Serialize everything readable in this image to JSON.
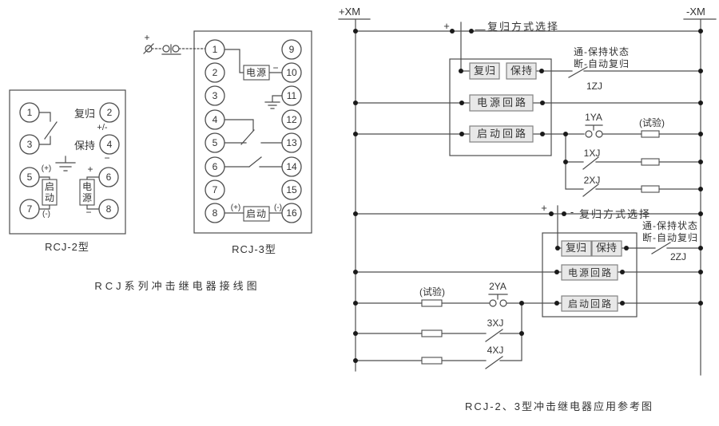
{
  "colors": {
    "line": "#4d4d4d",
    "text": "#333333",
    "dot": "#1a1a1a",
    "box_fill": "#e8e8e8",
    "box_stroke": "#828282",
    "background": "#ffffff"
  },
  "wiring": {
    "caption": "RCJ系列冲击继电器接线图",
    "rcj2": {
      "label": "RCJ-2型",
      "terminals": [
        "1",
        "2",
        "3",
        "4",
        "5",
        "6",
        "7",
        "8"
      ],
      "reset_label": "复归",
      "reset_polarity": "+/-",
      "hold_label": "保持",
      "hold_polarity": "−",
      "start_box": [
        "启",
        "动"
      ],
      "start_plus": "(+)",
      "start_minus": "(-)",
      "power_box": [
        "电",
        "源"
      ],
      "power_plus": "+",
      "power_minus": "−"
    },
    "rcj3": {
      "label": "RCJ-3型",
      "input_plus": "+",
      "terminals_left": [
        "1",
        "2",
        "3",
        "4",
        "5",
        "6",
        "7",
        "8"
      ],
      "terminals_right": [
        "9",
        "10",
        "11",
        "12",
        "13",
        "14",
        "15",
        "16"
      ],
      "power_box": "电源",
      "power_minus": "−",
      "start_box": "启动",
      "start_plus": "(+)",
      "start_minus": "(-)"
    }
  },
  "application": {
    "caption": "RCJ-2、3型冲击继电器应用参考图",
    "bus_left": "+XM",
    "bus_right": "-XM",
    "unit1": {
      "plus": "+",
      "minus": "—",
      "select_label": "复归方式选择",
      "reset": "复归",
      "hold": "保持",
      "power_circuit": "电源回路",
      "start_circuit": "启动回路",
      "note_line1": "通-保持状态",
      "note_line2": "断-自动复归",
      "contact": "1ZJ",
      "button": "1YA",
      "test": "(试验)",
      "branch1": "1XJ",
      "branch2": "2XJ"
    },
    "unit2": {
      "plus": "+",
      "minus": "-",
      "select_label": "复归方式选择",
      "reset": "复归",
      "hold": "保持",
      "power_circuit": "电源回路",
      "start_circuit": "启动回路",
      "note_line1": "通-保持状态",
      "note_line2": "断-自动复归",
      "contact": "2ZJ",
      "button": "2YA",
      "test": "(试验)",
      "branch1": "3XJ",
      "branch2": "4XJ"
    }
  }
}
